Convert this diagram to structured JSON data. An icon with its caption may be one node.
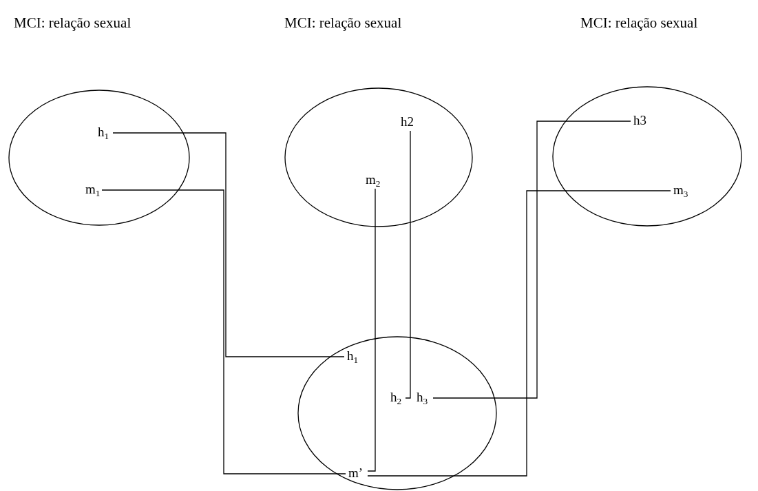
{
  "diagram": {
    "nodes": [
      {
        "text": [
          "MCI: relação sexual"
        ]
      },
      {
        "text": [
          "h$_{1}$"
        ],
        "in": 0
      },
      {
        "text": [
          "m$_{1}$"
        ],
        "in": 0
      },
      {
        "text": [
          "MCI: relação sexual"
        ]
      },
      {
        "text": [
          "h2"
        ],
        "in": 3
      },
      {
        "text": [
          "m$_{2}$"
        ],
        "in": 3
      },
      {
        "text": [
          "MCI: relação sexual"
        ]
      },
      {
        "text": [
          "h3"
        ],
        "in": 6
      },
      {
        "text": [
          "m$_{3}$"
        ],
        "in": 6
      },
      {
        "text": [],
        "shape": "circle"
      },
      {
        "text": [
          "h$_{1}$"
        ],
        "in": 9
      },
      {
        "text": [
          "h$_{2}$"
        ],
        "in": 9
      },
      {
        "text": [
          "h$_{3}$"
        ],
        "in": 9
      },
      {
        "text": [
          "m’"
        ],
        "in": 9
      }
    ],
    "edges": [
      {
        "from": 1,
        "to": 10,
        "arrow": "none"
      },
      {
        "from": 2,
        "to": 13,
        "arrow": "none"
      },
      {
        "from": 5,
        "to": 13,
        "arrow": "none"
      },
      {
        "from": 4,
        "to": 11,
        "arrow": "none"
      },
      {
        "from": 7,
        "to": 12,
        "arrow": "none"
      },
      {
        "from": 8,
        "to": 13,
        "arrow": "none"
      }
    ]
  }
}
